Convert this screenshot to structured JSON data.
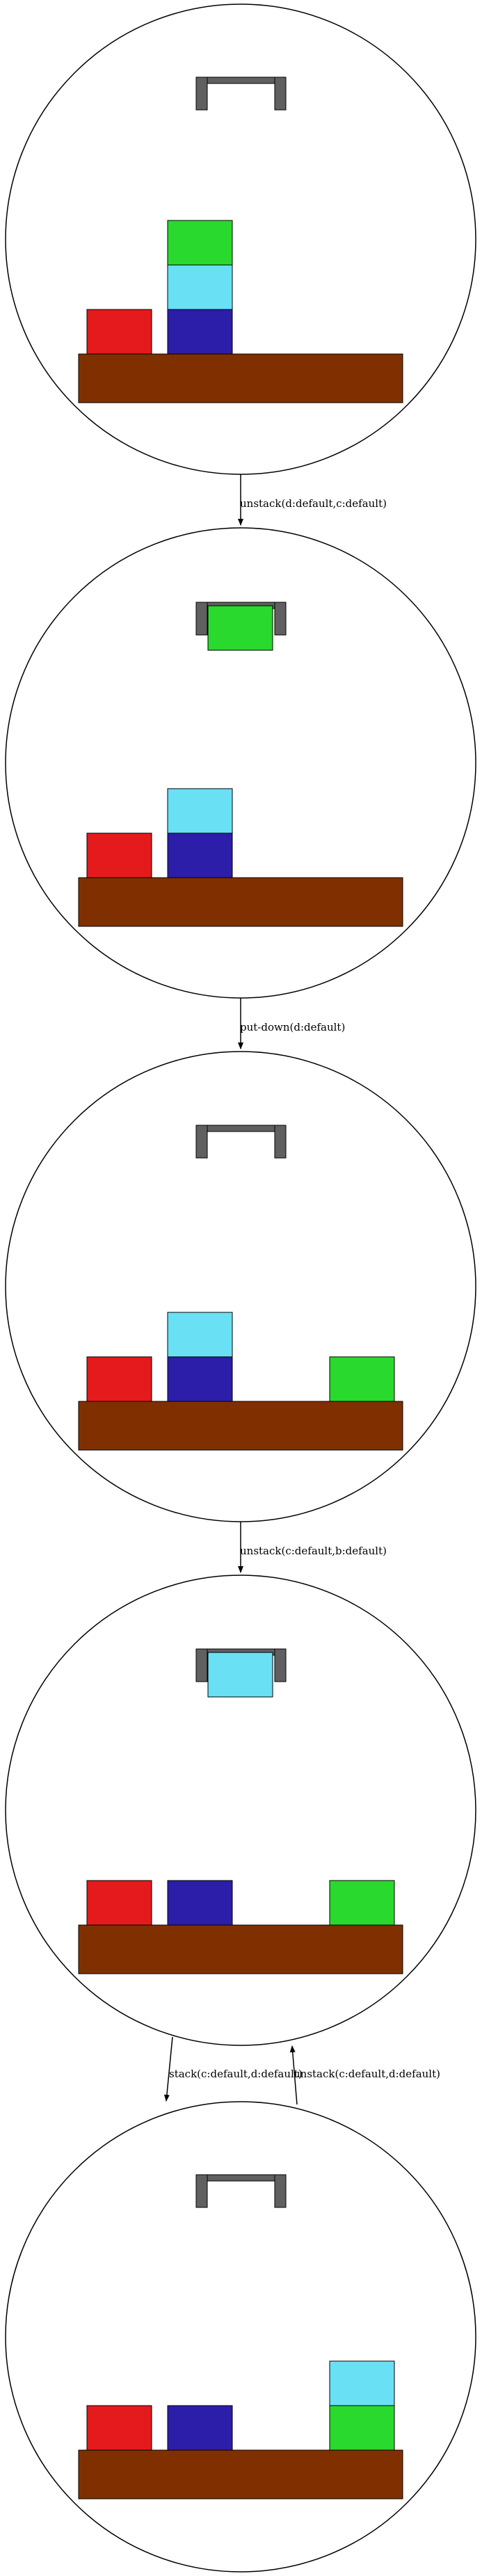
{
  "colors": {
    "table": "#803000",
    "gripper": "#606060",
    "red_block": "#e41a1c",
    "blue_block": "#2c1ea8",
    "cyan_block": "#6ae0f5",
    "green_block": "#2ad92d",
    "outline": "#000000"
  },
  "edges": [
    {
      "id": "e1",
      "label": "unstack(d:default,c:default)"
    },
    {
      "id": "e2",
      "label": "put-down(d:default)"
    },
    {
      "id": "e3",
      "label": "unstack(c:default,b:default)"
    },
    {
      "id": "e4",
      "label": "stack(c:default,d:default)"
    },
    {
      "id": "e5",
      "label": "unstack(c:default,d:default)"
    }
  ]
}
